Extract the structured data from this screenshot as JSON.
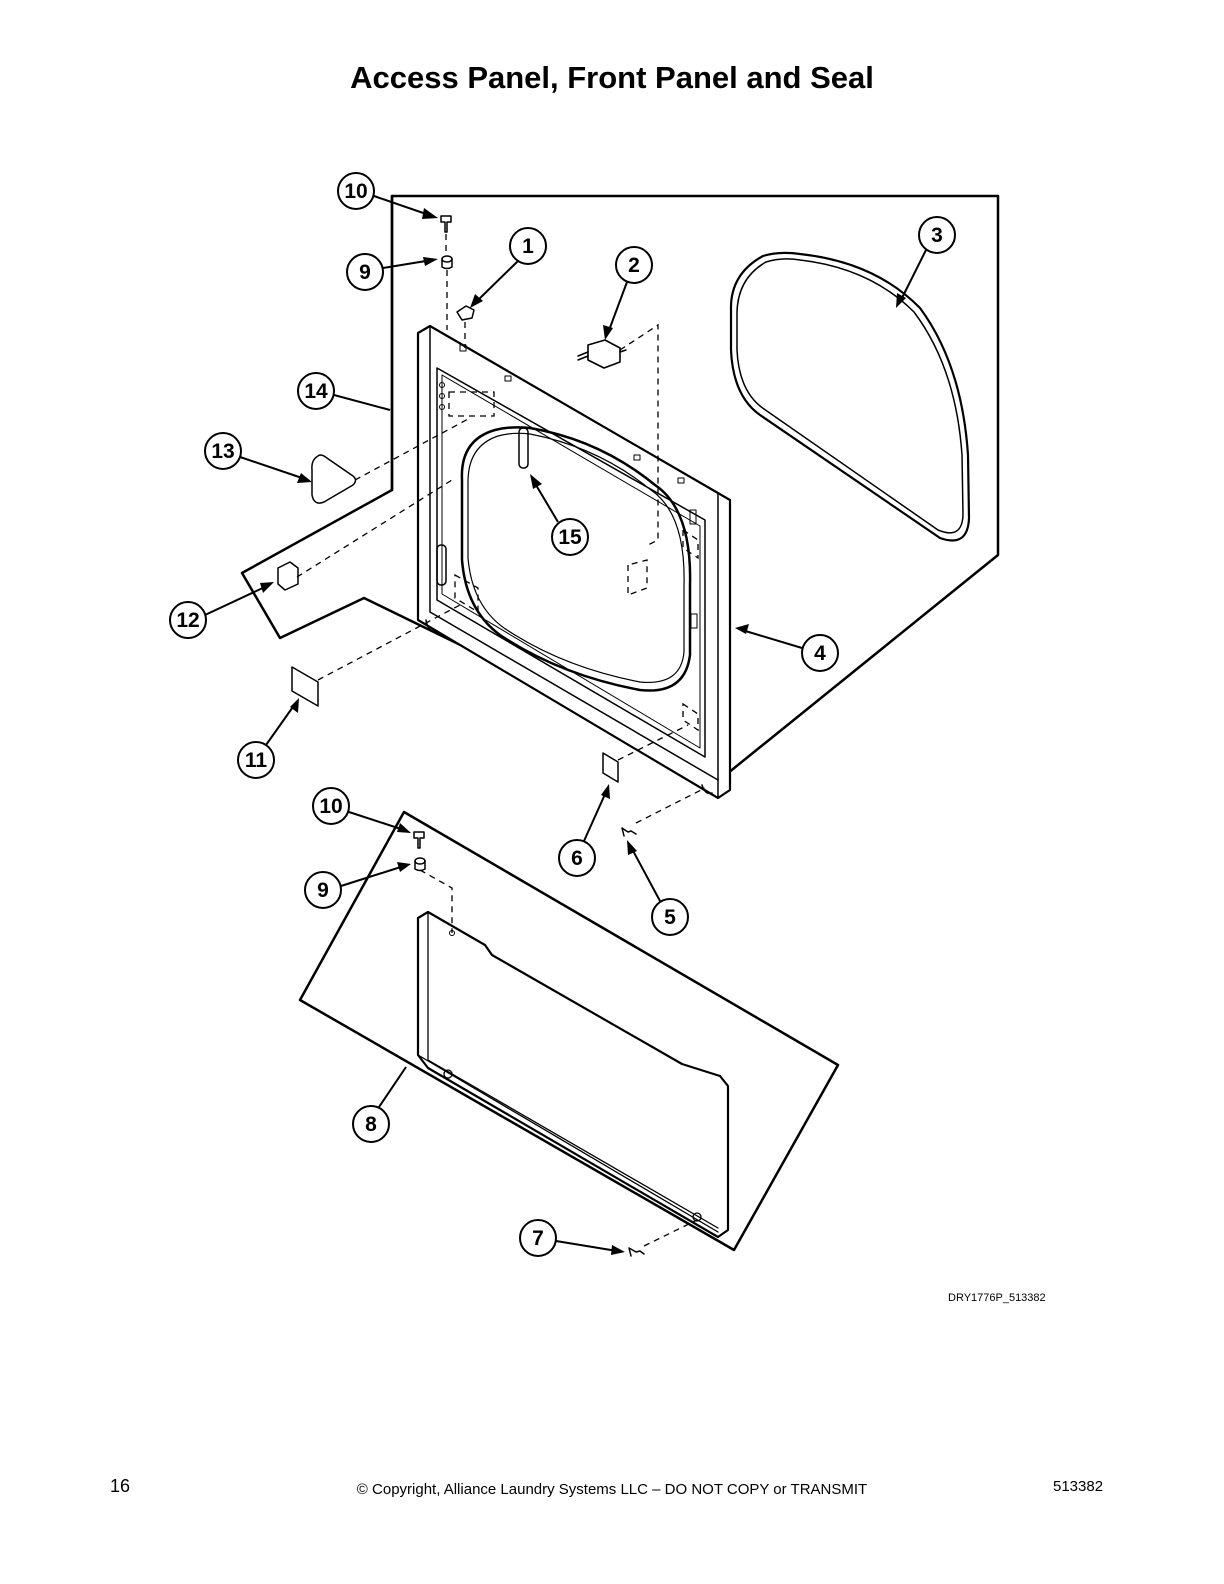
{
  "title": "Access Panel, Front Panel and Seal",
  "drawing_id": "DRY1776P_513382",
  "footer": {
    "page_number": "16",
    "copyright": "© Copyright, Alliance Laundry Systems LLC – DO NOT COPY or TRANSMIT",
    "document_number": "513382"
  },
  "callouts": {
    "c1": "1",
    "c2": "2",
    "c3": "3",
    "c4": "4",
    "c5": "5",
    "c6": "6",
    "c7": "7",
    "c8": "8",
    "c9a": "9",
    "c9b": "9",
    "c10a": "10",
    "c10b": "10",
    "c11": "11",
    "c12": "12",
    "c13": "13",
    "c14": "14",
    "c15": "15"
  }
}
